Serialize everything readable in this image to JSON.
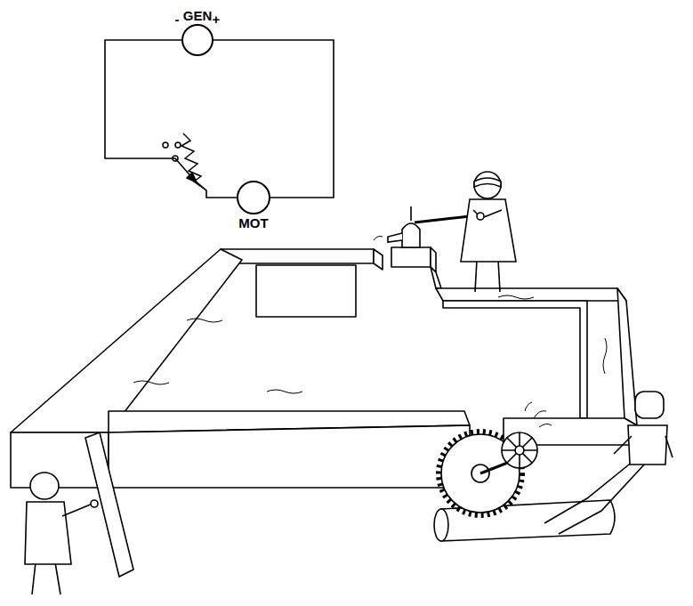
{
  "diagram": {
    "nodes": [
      {
        "text": [
          "GEN"
        ]
      },
      {
        "text": [
          "MOT"
        ]
      }
    ],
    "edges": [
      {
        "from": 0,
        "to": 1,
        "arrow": "none"
      },
      {
        "from": 0,
        "to": 1,
        "arrow": "none"
      }
    ],
    "labels": [
      "-",
      "+"
    ]
  }
}
